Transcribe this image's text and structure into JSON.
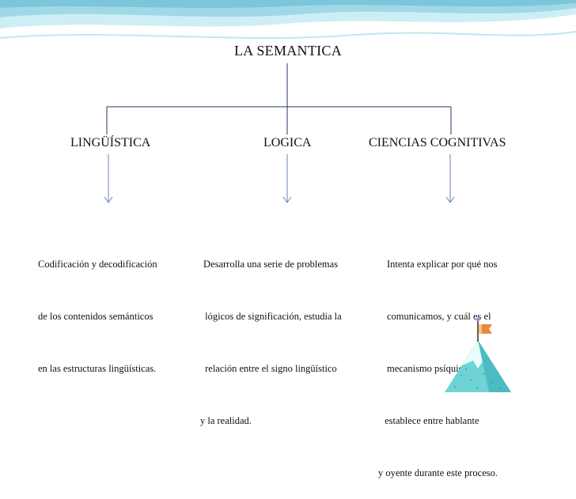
{
  "title": "LA SEMANTICA",
  "branches": [
    {
      "label": "LINGÜÍSTICA",
      "lines": [
        "Codificación y decodificación",
        "de los contenidos semánticos",
        "en las estructuras lingüísticas."
      ]
    },
    {
      "label": "LOGICA",
      "lines": [
        "Desarrolla una serie de problemas",
        " lógicos de significación, estudia la",
        " relación entre el signo lingüístico",
        "y la realidad."
      ]
    },
    {
      "label": "CIENCIAS COGNITIVAS",
      "lines": [
        "Intenta explicar por qué nos",
        "comunicamos, y cuál es el",
        "mecanismo psíquico que se",
        " establece entre hablante",
        "y oyente durante este proceso."
      ]
    }
  ],
  "colors": {
    "header_wave": "#8fcfdf",
    "header_light": "#cdeef5",
    "connector": "#1f3a5f",
    "arrow": "#6b84b8",
    "mountain": "#6fd3d6",
    "flag": "#e88a3c"
  },
  "decoration_icon": "mountain-with-flag-icon"
}
